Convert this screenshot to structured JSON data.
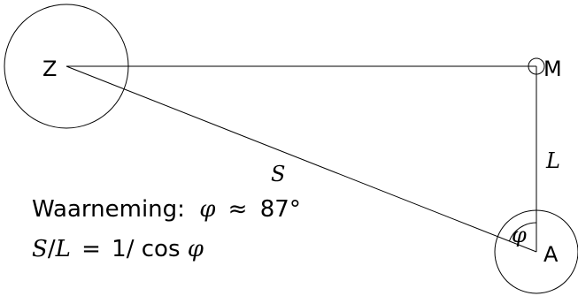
{
  "points": {
    "sun": "Z",
    "moon": "M",
    "earth": "A"
  },
  "segments": {
    "earth_moon": "L",
    "earth_sun": "S"
  },
  "angle_symbol": "φ",
  "observation": {
    "label": "Waarneming:",
    "var": "φ",
    "approx": "≈",
    "value": "87°"
  },
  "formula": {
    "num": "S",
    "slash1": "/",
    "den": "L",
    "eq": "=",
    "one": "1",
    "slash2": "/",
    "func": "cos",
    "var": "φ"
  },
  "colors": {
    "stroke": "#000000",
    "text": "#000000",
    "background": "#ffffff"
  }
}
